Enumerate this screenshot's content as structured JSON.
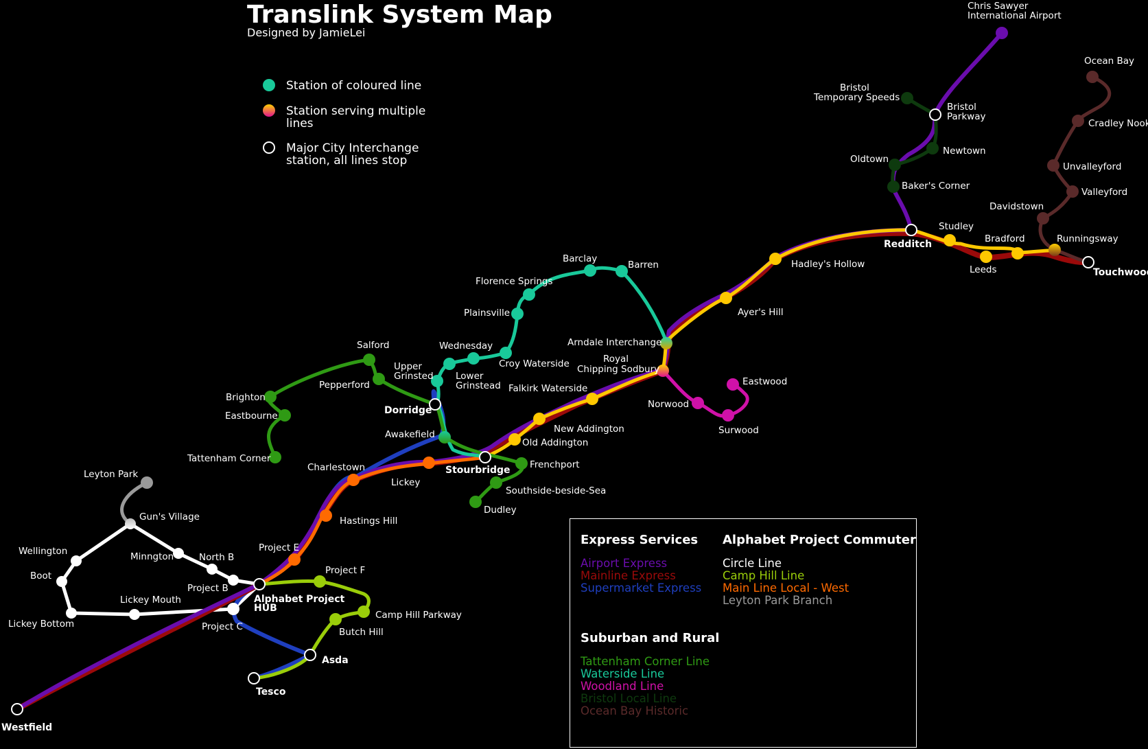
{
  "header": {
    "title": "Translink System Map",
    "subtitle": "Designed by JamieLei"
  },
  "key": {
    "coloured_station": "Station of coloured line",
    "multi_station": "Station serving multiple lines",
    "interchange": "Major City Interchange station, all lines stop"
  },
  "legend": {
    "express": {
      "heading": "Express Services",
      "items": [
        {
          "name": "Airport Express",
          "color": "#6a0dad"
        },
        {
          "name": "Mainline Express",
          "color": "#9b0a0a"
        },
        {
          "name": "Supermarket Express",
          "color": "#1f3fbf"
        }
      ]
    },
    "alphabet": {
      "heading": "Alphabet Project Commuter",
      "items": [
        {
          "name": "Circle Line",
          "color": "#ffffff"
        },
        {
          "name": "Camp Hill Line",
          "color": "#9acd0a"
        },
        {
          "name": "Main Line Local - West",
          "color": "#ff6a00"
        },
        {
          "name": "Leyton Park Branch",
          "color": "#9a9a9a"
        }
      ]
    },
    "suburban": {
      "heading": "Suburban and Rural",
      "items": [
        {
          "name": "Tattenham Corner Line",
          "color": "#2f9a14"
        },
        {
          "name": "Waterside Line",
          "color": "#19c99a"
        },
        {
          "name": "Woodland Line",
          "color": "#d011a8"
        },
        {
          "name": "Bristol Local Line",
          "color": "#0e3a0e"
        },
        {
          "name": "Ocean Bay Historic",
          "color": "#5a2a2a"
        }
      ]
    }
  },
  "stations": {
    "westfield": "Westfield",
    "tesco": "Tesco",
    "asda": "Asda",
    "butch_hill": "Butch Hill",
    "camp_hill_parkway": "Camp Hill Parkway",
    "project_f": "Project F",
    "alphabet_hub": "Alphabet Project HUB",
    "project_c": "Project C",
    "project_b": "Project B",
    "project_e": "Project E",
    "lickey_bottom": "Lickey Bottom",
    "lickey_mouth": "Lickey Mouth",
    "boot": "Boot",
    "wellington": "Wellington",
    "minngton": "Minngton",
    "north_b": "North B",
    "guns_village": "Gun's Village",
    "leyton_park": "Leyton Park",
    "hastings_hill": "Hastings Hill",
    "charlestown": "Charlestown",
    "lickey": "Lickey",
    "stourbridge": "Stourbridge",
    "awakefield": "Awakefield",
    "dorridge": "Dorridge",
    "tattenham_corner": "Tattenham Corner",
    "eastbourne": "Eastbourne",
    "brighton": "Brighton",
    "pepperford": "Pepperford",
    "salford": "Salford",
    "upper_grinsted": "Upper Grinsted",
    "lower_grinstead": "Lower Grinstead",
    "wednesday": "Wednesday",
    "croy_waterside": "Croy Waterside",
    "plainsville": "Plainsville",
    "florence_springs": "Florence Springs",
    "barclay": "Barclay",
    "barren": "Barren",
    "arndale": "Arndale Interchange",
    "royal_chipping": "Royal Chipping Sodbury",
    "falkirk": "Falkirk Waterside",
    "new_addington": "New Addington",
    "old_addington": "Old Addington",
    "frenchport": "Frenchport",
    "southside": "Southside-beside-Sea",
    "dudley": "Dudley",
    "norwood": "Norwood",
    "surwood": "Surwood",
    "eastwood": "Eastwood",
    "ayers_hill": "Ayer's Hill",
    "hadleys_hollow": "Hadley's Hollow",
    "redditch": "Redditch",
    "studley": "Studley",
    "leeds": "Leeds",
    "bradford": "Bradford",
    "runningsway": "Runningsway",
    "touchwood": "Touchwood",
    "davidstown": "Davidstown",
    "valleyford": "Valleyford",
    "unvalleyford": "Unvalleyford",
    "cradley_nook": "Cradley Nook",
    "ocean_bay": "Ocean Bay",
    "bakers_corner": "Baker's Corner",
    "oldtown": "Oldtown",
    "newtown": "Newtown",
    "bristol_parkway": "Bristol Parkway",
    "bristol_temporary": "Bristol Temporary Speeds",
    "airport": "Chris Sawyer International Airport"
  }
}
